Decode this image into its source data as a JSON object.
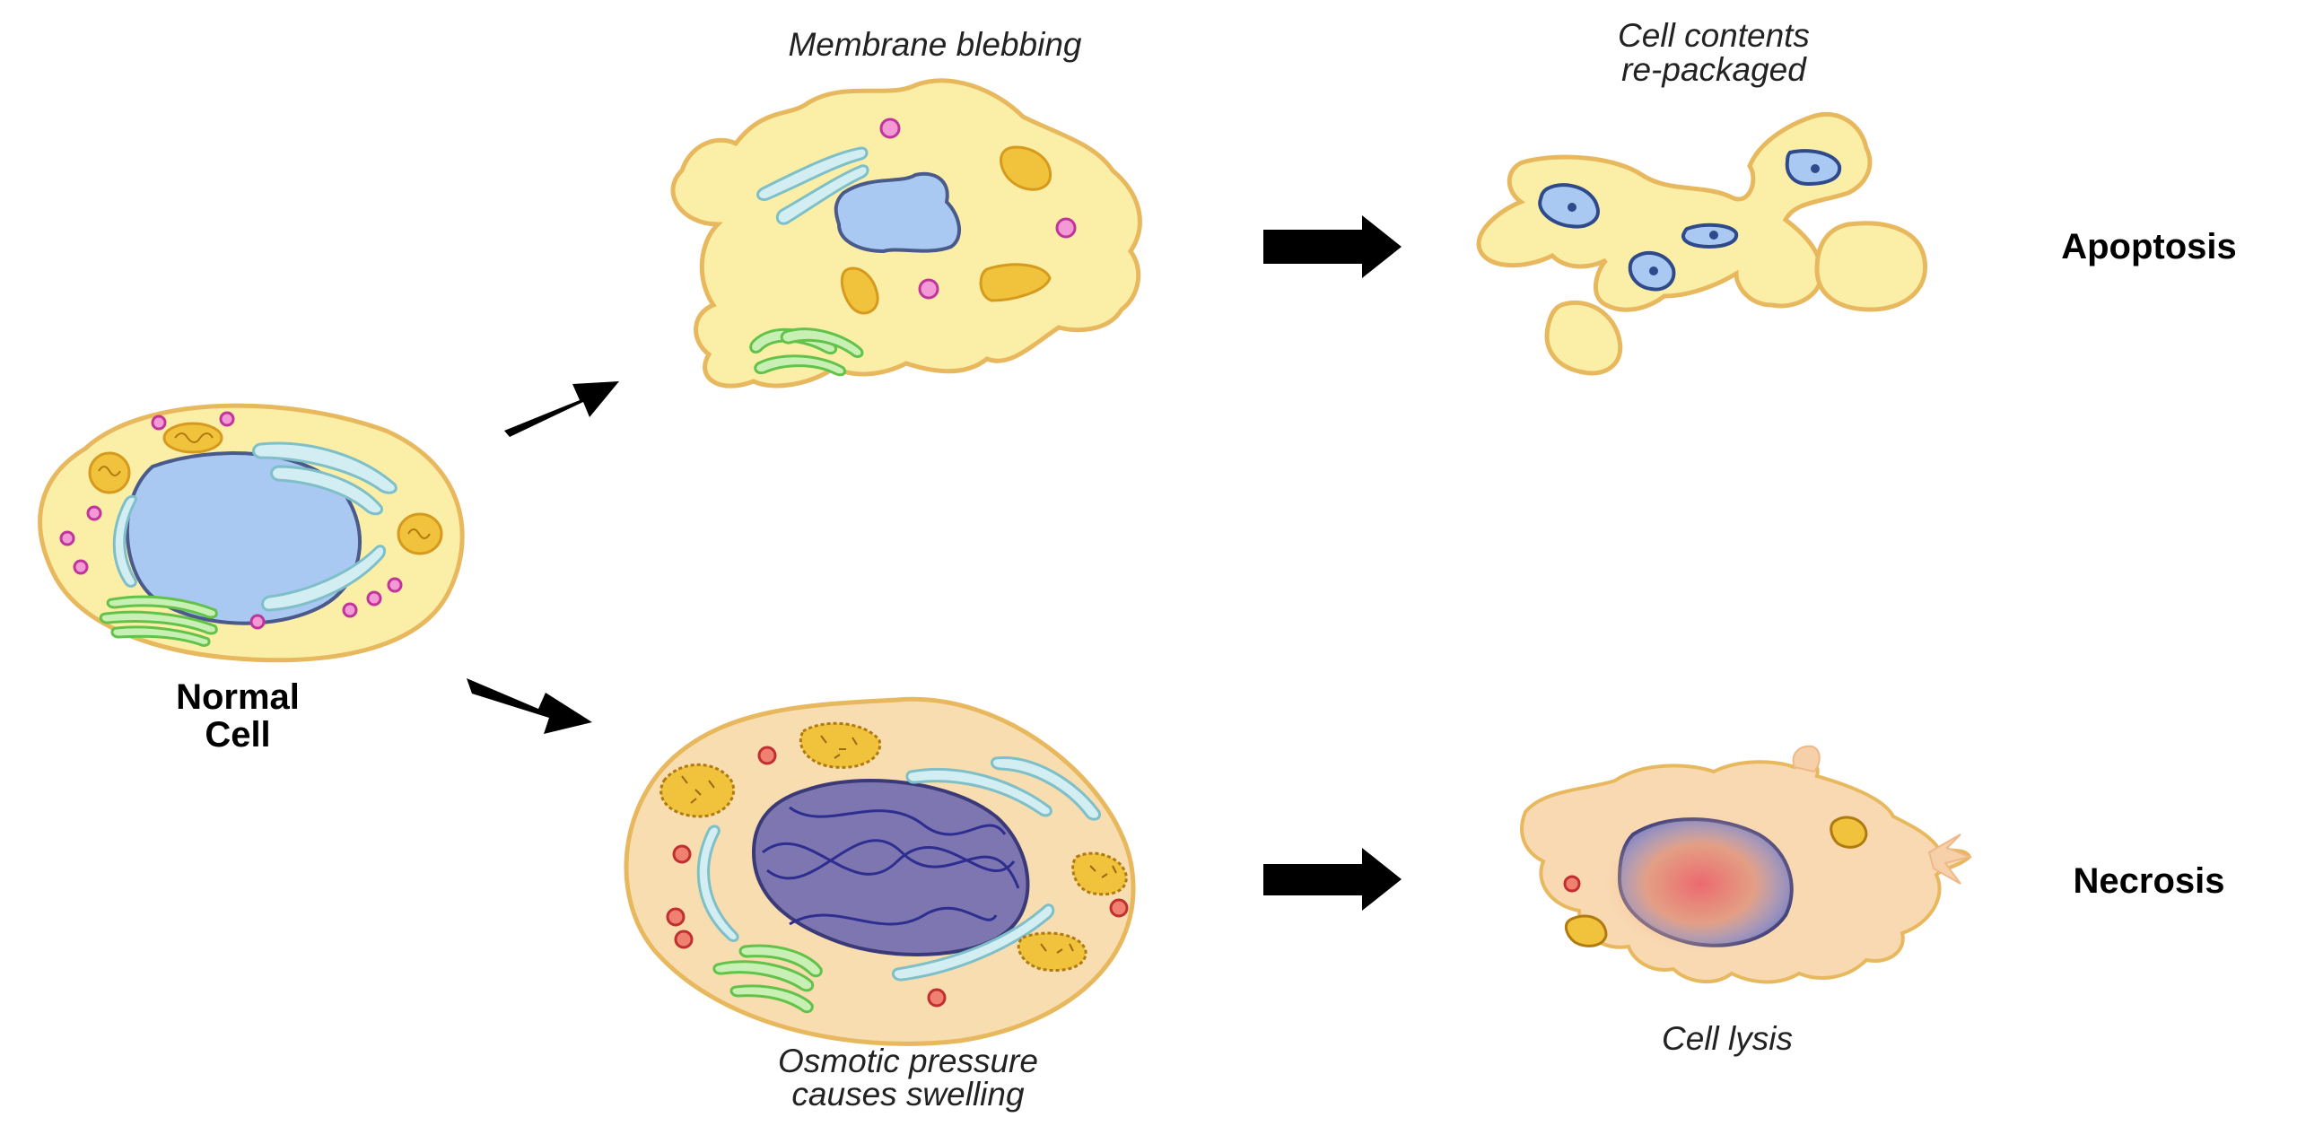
{
  "labels": {
    "membrane_blebbing": "Membrane blebbing",
    "cell_contents_line1": "Cell contents",
    "cell_contents_line2": "re-packaged",
    "apoptosis": "Apoptosis",
    "normal_cell_line1": "Normal",
    "normal_cell_line2": "Cell",
    "osmotic_line1": "Osmotic pressure",
    "osmotic_line2": "causes swelling",
    "cell_lysis": "Cell lysis",
    "necrosis": "Necrosis"
  },
  "colors": {
    "cytoplasm": "#fbefa8",
    "membrane": "#e8b85e",
    "nucleus": "#a9c8f2",
    "nucleus_outline": "#4a5a8a",
    "er": "#d2eef2",
    "er_outline": "#7fbfc8",
    "mitochondria": "#f1c23c",
    "mito_outline": "#d69a1e",
    "vesicle": "#f39ad6",
    "vesicle_outline": "#c0359a",
    "golgi": "#c9f0b4",
    "golgi_outline": "#63c24a",
    "swollen_cytoplasm": "#f8ddb0",
    "swollen_nucleus": "#7d76b0",
    "necrotic_cytoplasm": "#f8d9b2",
    "arrow": "#000000"
  }
}
